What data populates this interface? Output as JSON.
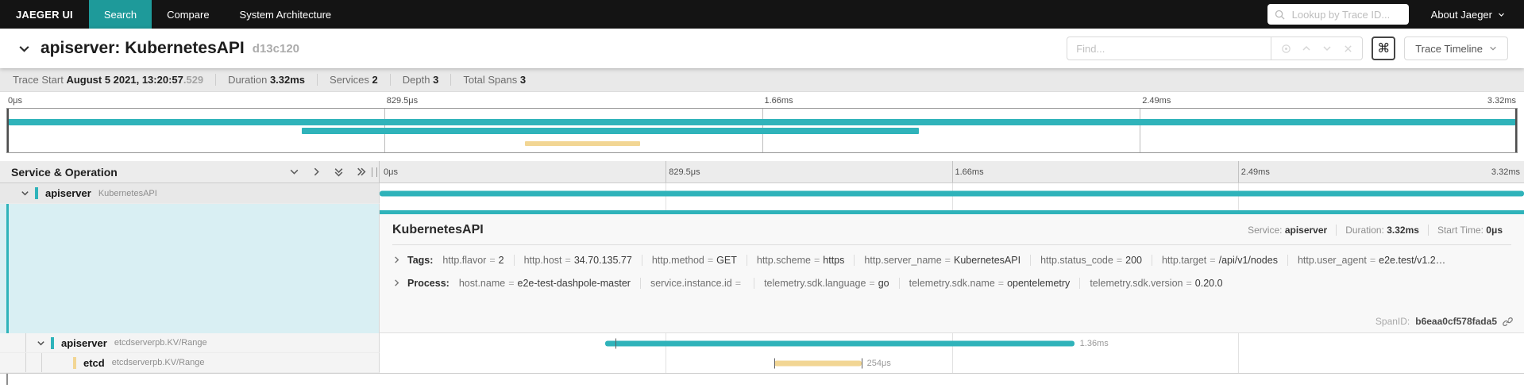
{
  "navbar": {
    "brand": "JAEGER UI",
    "tabs": [
      {
        "label": "Search",
        "active": true
      },
      {
        "label": "Compare",
        "active": false
      },
      {
        "label": "System Architecture",
        "active": false
      }
    ],
    "lookup_placeholder": "Lookup by Trace ID...",
    "about_label": "About Jaeger"
  },
  "trace_header": {
    "title": "apiserver: KubernetesAPI",
    "trace_id_short": "d13c120",
    "find_placeholder": "Find...",
    "shortcut_key": "⌘",
    "view_selector_label": "Trace Timeline"
  },
  "summary": {
    "items": [
      {
        "label": "Trace Start",
        "value": "August 5 2021, 13:20:57",
        "suffix": ".529"
      },
      {
        "label": "Duration",
        "value": "3.32ms",
        "suffix": ""
      },
      {
        "label": "Services",
        "value": "2",
        "suffix": ""
      },
      {
        "label": "Depth",
        "value": "3",
        "suffix": ""
      },
      {
        "label": "Total Spans",
        "value": "3",
        "suffix": ""
      }
    ]
  },
  "ticks": [
    "0μs",
    "829.5μs",
    "1.66ms",
    "2.49ms",
    "3.32ms"
  ],
  "minimap": {
    "spans": [
      {
        "start": 0,
        "width": 100
      },
      {
        "start": 19.5,
        "width": 40.9
      },
      {
        "start": 34.3,
        "width": 7.6
      }
    ]
  },
  "timeline": {
    "header_label": "Service & Operation",
    "rows": [
      {
        "service": "apiserver",
        "operation": "KubernetesAPI",
        "bar": {
          "start": 0,
          "width": 100
        },
        "duration_label": ""
      },
      {
        "service": "apiserver",
        "operation": "etcdserverpb.KV/Range",
        "bar": {
          "start": 19.7,
          "width": 41
        },
        "duration_label": "1.36ms"
      },
      {
        "service": "etcd",
        "operation": "etcdserverpb.KV/Range",
        "bar": {
          "start": 34.5,
          "width": 7.6
        },
        "duration_label": "254μs"
      }
    ]
  },
  "detail": {
    "operation": "KubernetesAPI",
    "service_label": "Service:",
    "service": "apiserver",
    "duration_label": "Duration:",
    "duration": "3.32ms",
    "start_label": "Start Time:",
    "start": "0μs",
    "tags_label": "Tags:",
    "tags": [
      {
        "key": "http.flavor",
        "value": "2"
      },
      {
        "key": "http.host",
        "value": "34.70.135.77"
      },
      {
        "key": "http.method",
        "value": "GET"
      },
      {
        "key": "http.scheme",
        "value": "https"
      },
      {
        "key": "http.server_name",
        "value": "KubernetesAPI"
      },
      {
        "key": "http.status_code",
        "value": "200"
      },
      {
        "key": "http.target",
        "value": "/api/v1/nodes"
      },
      {
        "key": "http.user_agent",
        "value": "e2e.test/v1.2…"
      }
    ],
    "process_label": "Process:",
    "process": [
      {
        "key": "host.name",
        "value": "e2e-test-dashpole-master"
      },
      {
        "key": "service.instance.id",
        "value": ""
      },
      {
        "key": "telemetry.sdk.language",
        "value": "go"
      },
      {
        "key": "telemetry.sdk.name",
        "value": "opentelemetry"
      },
      {
        "key": "telemetry.sdk.version",
        "value": "0.20.0"
      }
    ],
    "span_id_label": "SpanID:",
    "span_id": "b6eaa0cf578fada5"
  },
  "colors": {
    "nav_active_teal": "#1e9a9a",
    "span_teal": "#2fb3ba",
    "span_yellow": "#f2d694",
    "detail_highlight": "#d9eff3"
  }
}
